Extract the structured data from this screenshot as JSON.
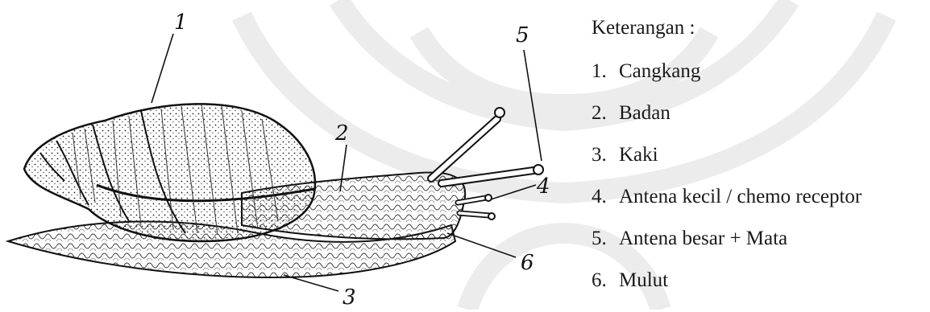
{
  "legend": {
    "title": "Keterangan :",
    "items": [
      {
        "num": "1.",
        "label": "Cangkang"
      },
      {
        "num": "2.",
        "label": "Badan"
      },
      {
        "num": "3.",
        "label": "Kaki"
      },
      {
        "num": "4.",
        "label": "Antena kecil / chemo receptor"
      },
      {
        "num": "5.",
        "label": "Antena besar + Mata"
      },
      {
        "num": "6.",
        "label": "Mulut"
      }
    ]
  },
  "callouts": [
    "1",
    "2",
    "3",
    "4",
    "5",
    "6"
  ],
  "colors": {
    "ink": "#111111",
    "watermark": "#e6e6e6"
  }
}
